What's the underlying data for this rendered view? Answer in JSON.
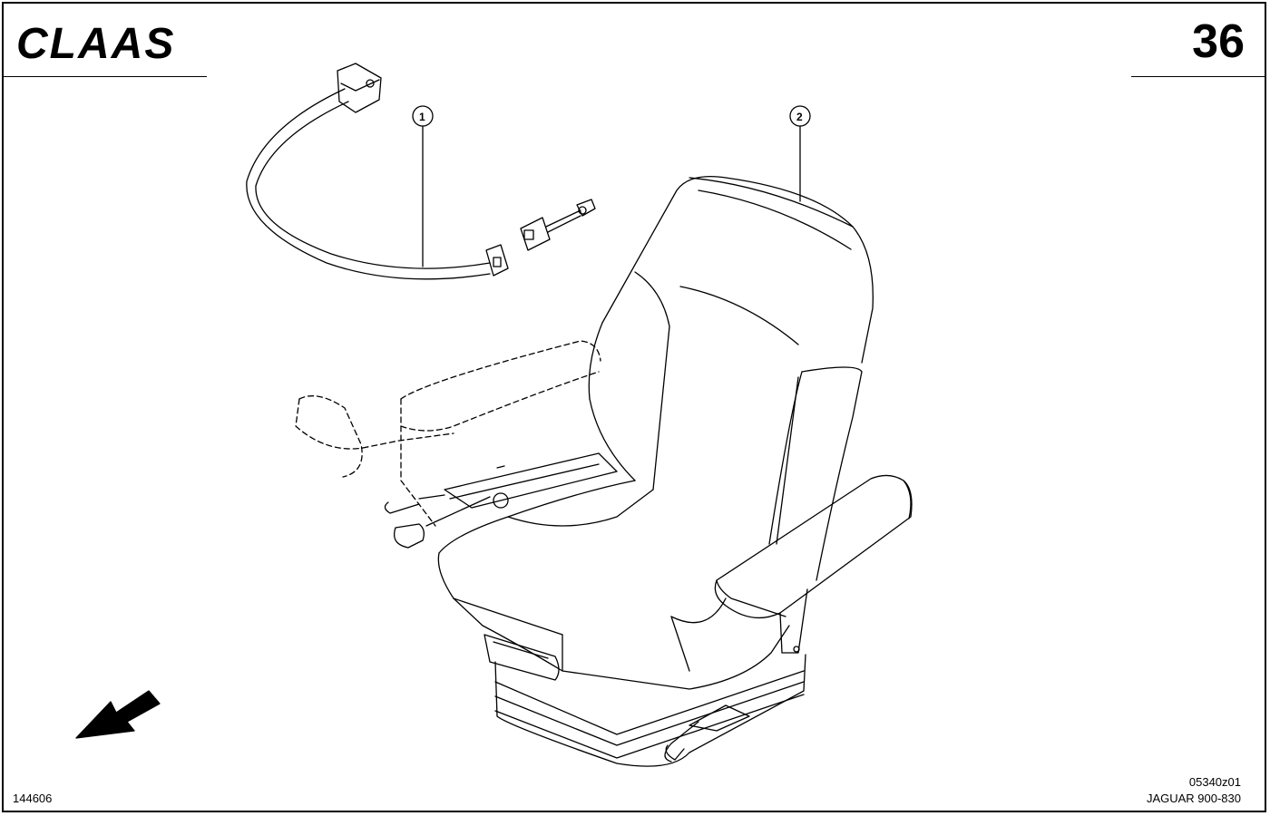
{
  "brand": {
    "logo_text": "CLAAS"
  },
  "header": {
    "page_number": "36"
  },
  "callouts": [
    {
      "label": "1"
    },
    {
      "label": "2"
    }
  ],
  "footer": {
    "doc_id": "144606",
    "drawing_ref": "05340z01",
    "model": "JAGUAR 900-830"
  },
  "icons": {
    "direction_arrow": "arrow-down-left-icon"
  }
}
